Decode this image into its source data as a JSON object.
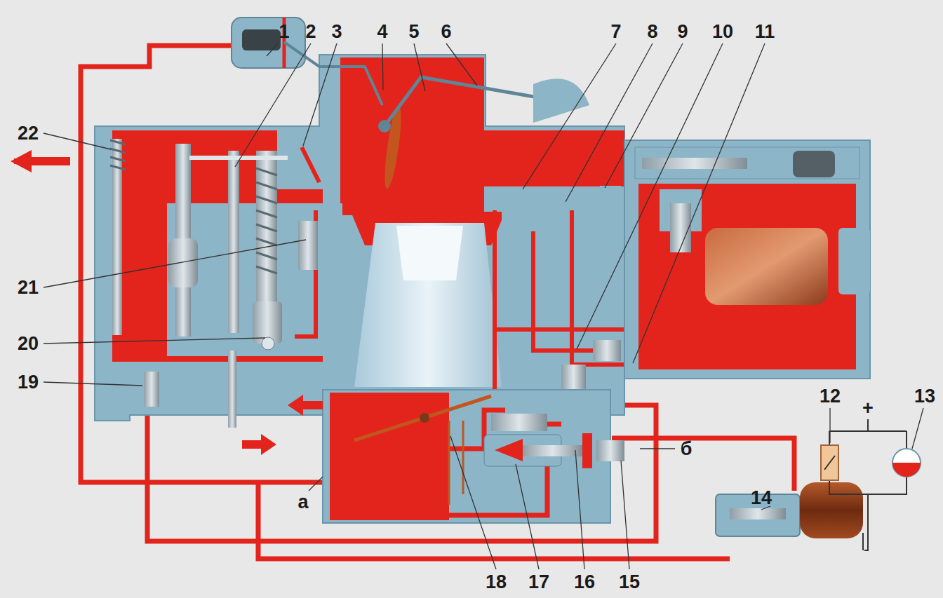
{
  "diagram": {
    "labels": [
      "1",
      "2",
      "3",
      "4",
      "5",
      "6",
      "7",
      "8",
      "9",
      "10",
      "11",
      "22",
      "21",
      "20",
      "19",
      "12",
      "+",
      "13",
      "б",
      "14",
      "а",
      "18",
      "17",
      "16",
      "15"
    ]
  }
}
